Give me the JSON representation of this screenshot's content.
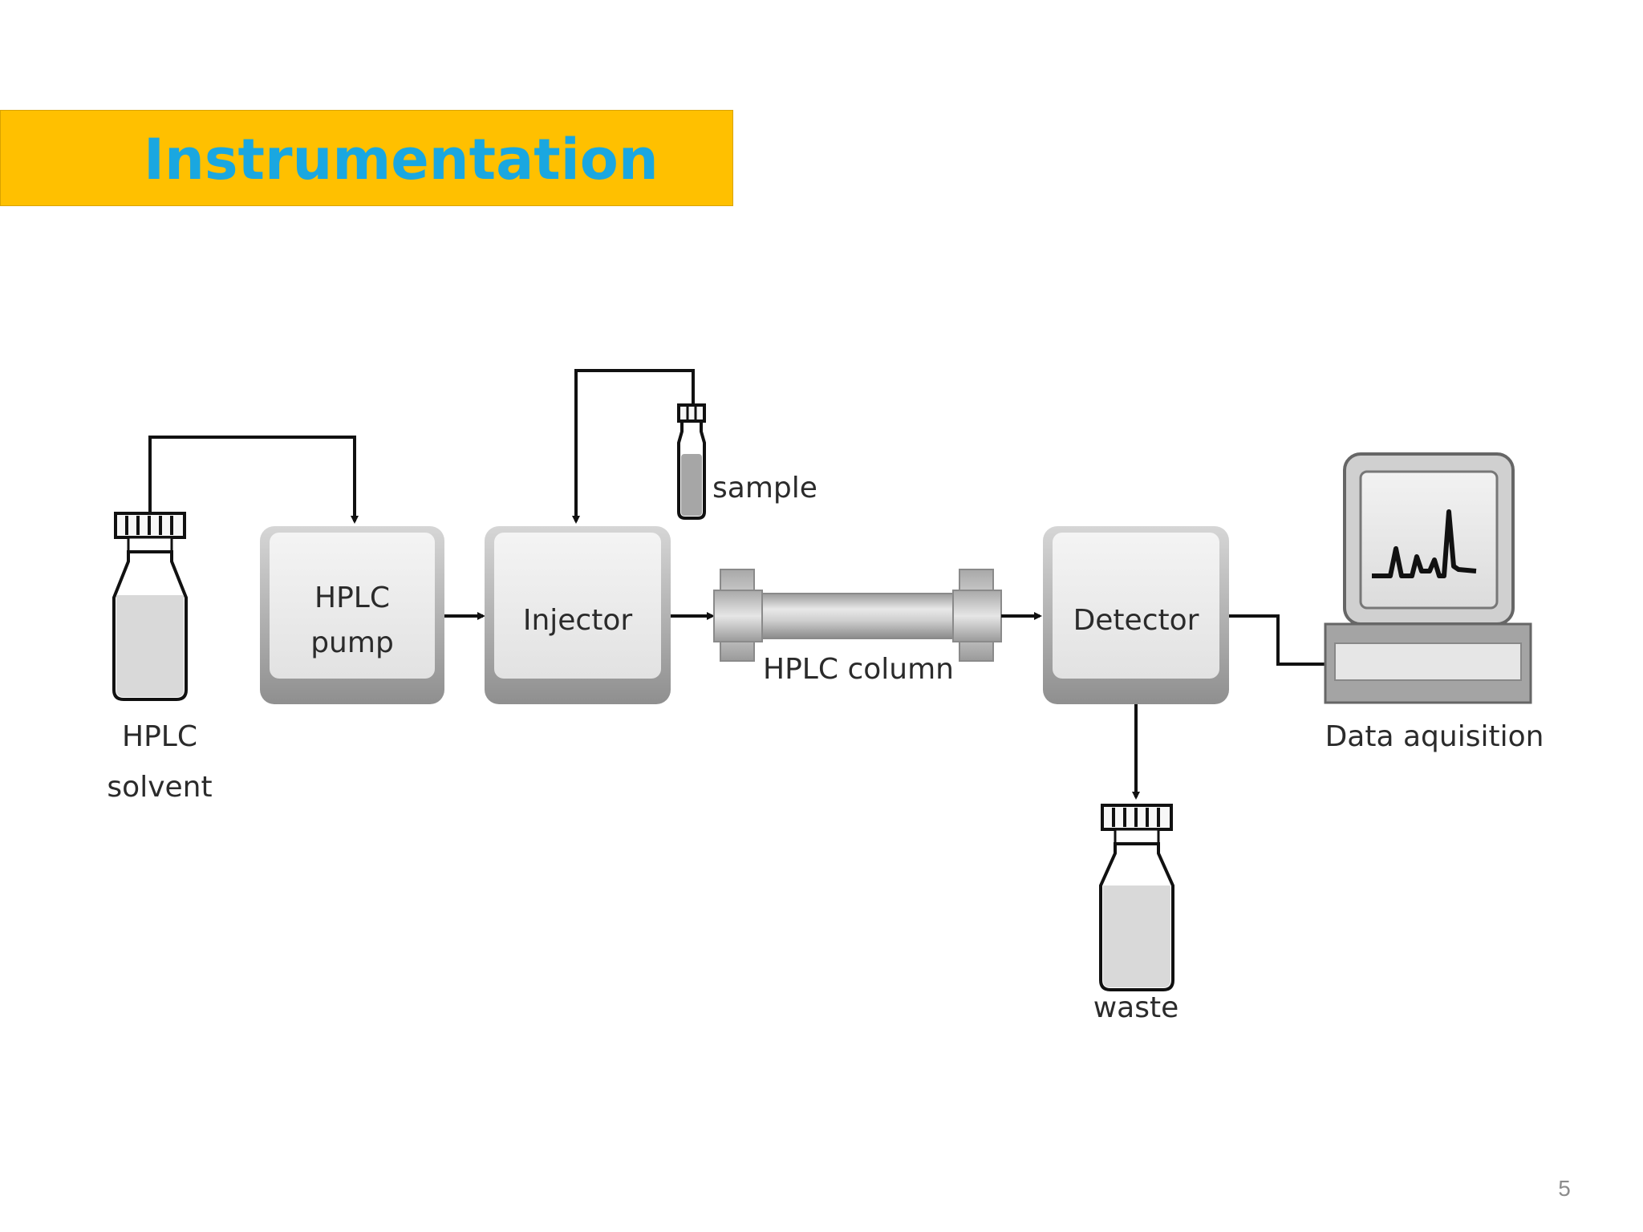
{
  "slide": {
    "title": "Instrumentation",
    "page_number": "5"
  },
  "diagram": {
    "solvent_label_line1": "HPLC",
    "solvent_label_line2": "solvent",
    "pump_label_line1": "HPLC",
    "pump_label_line2": "pump",
    "injector_label": "Injector",
    "sample_label": "sample",
    "column_label": "HPLC column",
    "detector_label": "Detector",
    "waste_label": "waste",
    "data_label": "Data aquisition"
  },
  "colors": {
    "title_bar": "#ffc000",
    "title_text": "#1aa7e0"
  }
}
